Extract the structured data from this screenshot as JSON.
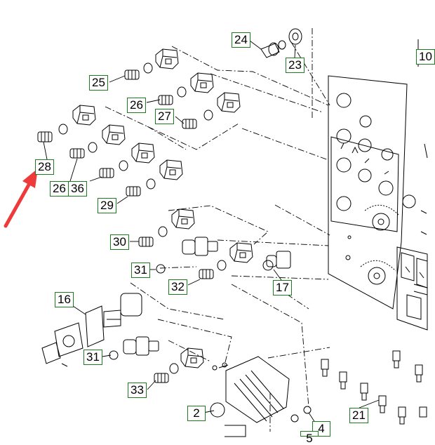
{
  "diagram": {
    "callouts": [
      "24",
      "23",
      "10",
      "25",
      "26",
      "27",
      "28",
      "26",
      "36",
      "29",
      "30",
      "31",
      "32",
      "17",
      "16",
      "31",
      "33",
      "2",
      "21",
      "4",
      "5"
    ],
    "colors": {
      "callout_border": "#1d7a1d",
      "line": "#000000",
      "arrow": "#ee3a3a",
      "background": "#ffffff"
    },
    "arrow_target": "28"
  }
}
